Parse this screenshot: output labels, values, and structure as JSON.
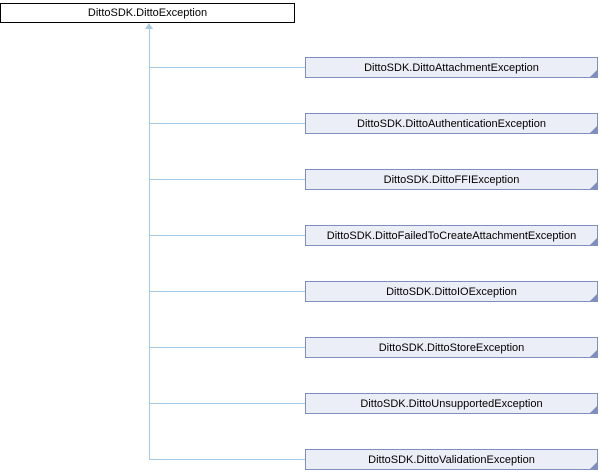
{
  "diagram": {
    "type": "class-inheritance-diagram",
    "parent": {
      "label": "DittoSDK.DittoException"
    },
    "children": [
      {
        "label": "DittoSDK.DittoAttachmentException"
      },
      {
        "label": "DittoSDK.DittoAuthenticationException"
      },
      {
        "label": "DittoSDK.DittoFFIException"
      },
      {
        "label": "DittoSDK.DittoFailedToCreateAttachmentException"
      },
      {
        "label": "DittoSDK.DittoIOException"
      },
      {
        "label": "DittoSDK.DittoStoreException"
      },
      {
        "label": "DittoSDK.DittoUnsupportedException"
      },
      {
        "label": "DittoSDK.DittoValidationException"
      }
    ],
    "colors": {
      "parent_fill": "#ffffff",
      "parent_border": "#000000",
      "child_fill": "#eceef7",
      "child_border": "#7e8fbf",
      "connector": "#a6cae4",
      "text": "#000000"
    }
  }
}
